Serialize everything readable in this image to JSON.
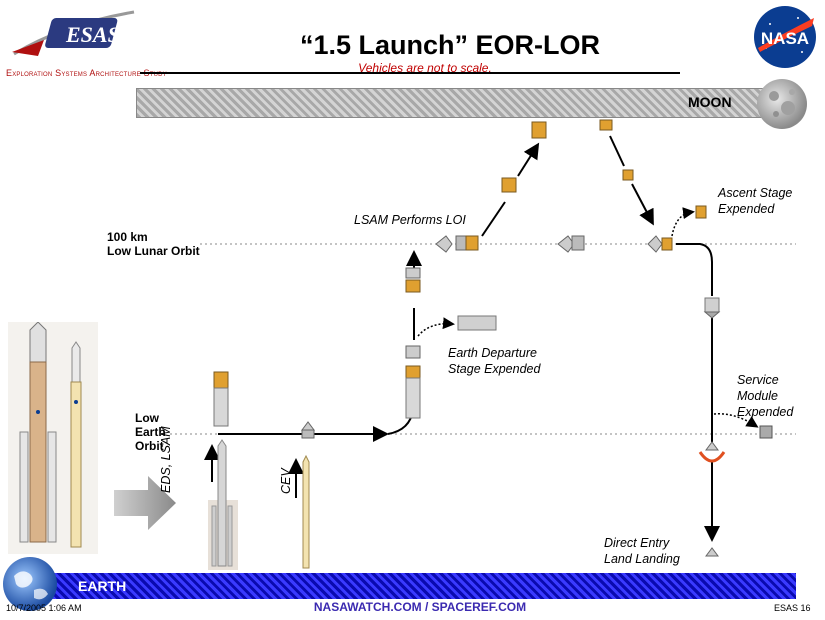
{
  "header": {
    "title": "“1.5 Launch” EOR-LOR",
    "subtitle": "Vehicles are not to scale.",
    "esas_logo_text": "ESAS",
    "esas_caption": "Exploration Systems Architecture Study",
    "nasa_logo_text": "NASA"
  },
  "bands": {
    "moon_label": "MOON",
    "earth_label": "EARTH"
  },
  "orbits": {
    "lunar_orbit": [
      "100 km",
      "Low Lunar Orbit"
    ],
    "earth_orbit": [
      "Low",
      "Earth",
      "Orbit"
    ]
  },
  "annotations": {
    "lsam_loi": "LSAM Performs LOI",
    "ascent_stage": [
      "Ascent Stage",
      "Expended"
    ],
    "eds_expended": [
      "Earth Departure",
      "Stage Expended"
    ],
    "service_module": [
      "Service",
      "Module",
      "Expended"
    ],
    "direct_entry": [
      "Direct Entry",
      "Land Landing"
    ],
    "eds_lsam_launch": "EDS, LSAM",
    "cev_launch": "CEV"
  },
  "footer": {
    "timestamp": "10/7/2005 1:06 AM",
    "source": "NASAWATCH.COM / SPACEREF.COM",
    "page": "ESAS 16"
  },
  "colors": {
    "moon_band": "#b8b8b8",
    "earth_band": "#1a1ad0",
    "nasa_blue": "#0b3d91",
    "nasa_red": "#fc3d21",
    "esas_red": "#b01010"
  }
}
